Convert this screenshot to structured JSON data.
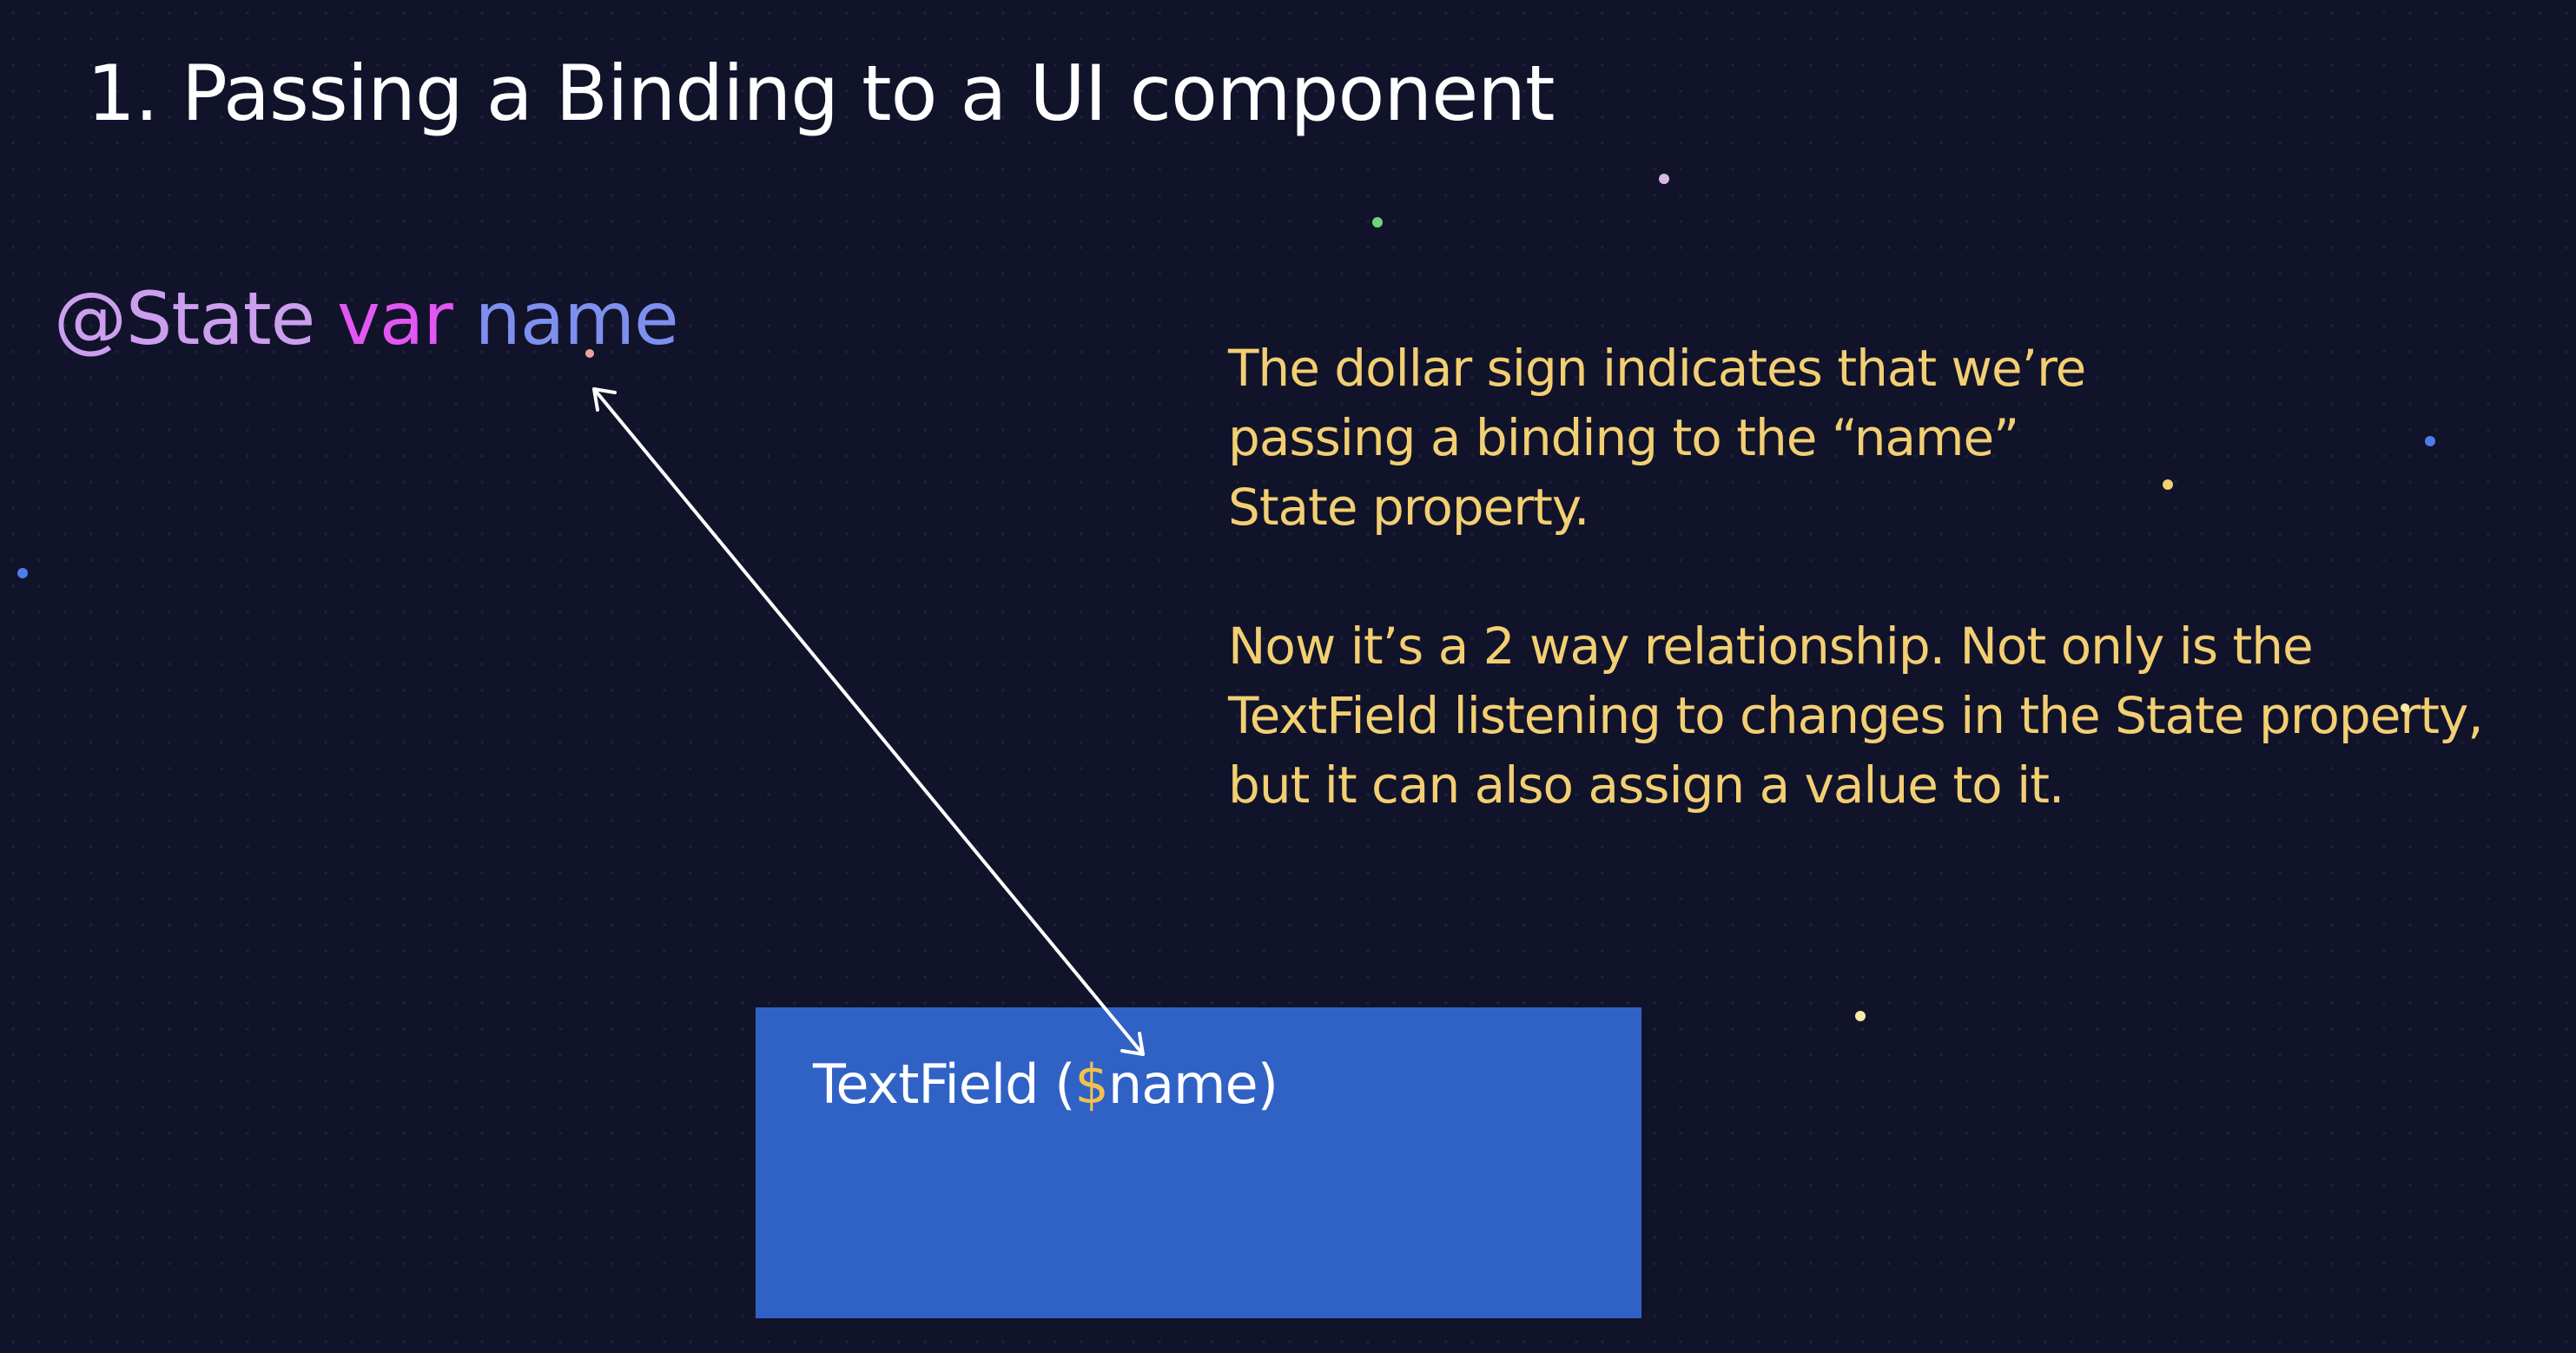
{
  "title": "1.  Passing a Binding to a UI component",
  "code": {
    "attribute": "@State",
    "keyword": "var",
    "name": "name"
  },
  "explanation": {
    "paragraph1": "The dollar sign indicates that we’re\npassing a binding to the “name”\nState property.",
    "paragraph2": "Now it’s a 2 way relationship. Not only is the\nTextField listening to changes in the State property,\nbut it can also assign a value to it."
  },
  "ui_box": {
    "prefix": "TextField (",
    "dollar": "$",
    "name": "name",
    "suffix": ")"
  },
  "colors": {
    "background": "#11132a",
    "title": "#ffffff",
    "attribute": "#cc9fee",
    "keyword": "#e257f2",
    "name": "#7f8fef",
    "explanation": "#f2cf72",
    "box": "#3062c6",
    "dollar": "#f2c14e"
  }
}
